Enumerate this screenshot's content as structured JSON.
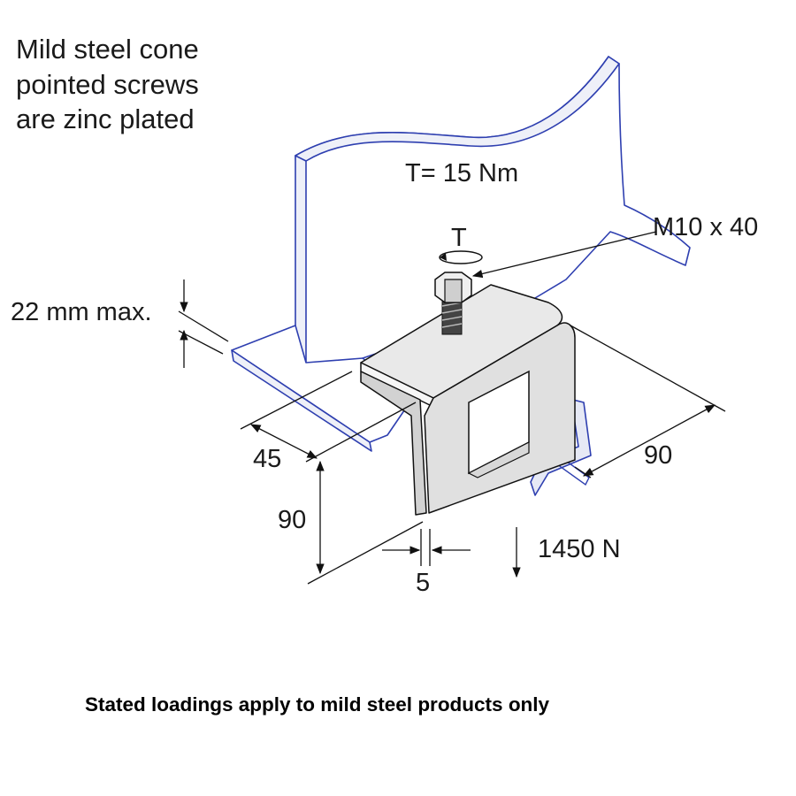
{
  "note": {
    "lines": [
      "Mild steel cone",
      "pointed screws",
      "are zinc plated"
    ]
  },
  "torque": {
    "label": "T= 15 Nm",
    "symbol": "T"
  },
  "bolt": {
    "label": "M10 x 40"
  },
  "dimensions": {
    "flange_thickness": "22 mm max.",
    "width": "45",
    "height": "90",
    "length": "90",
    "gap": "5"
  },
  "load": {
    "label": "1450 N"
  },
  "footer": {
    "text": "Stated loadings apply to mild steel products only"
  },
  "colors": {
    "beam_outline": "#2e3fb0",
    "clamp_outline": "#111111",
    "text": "#1a1a1a"
  }
}
